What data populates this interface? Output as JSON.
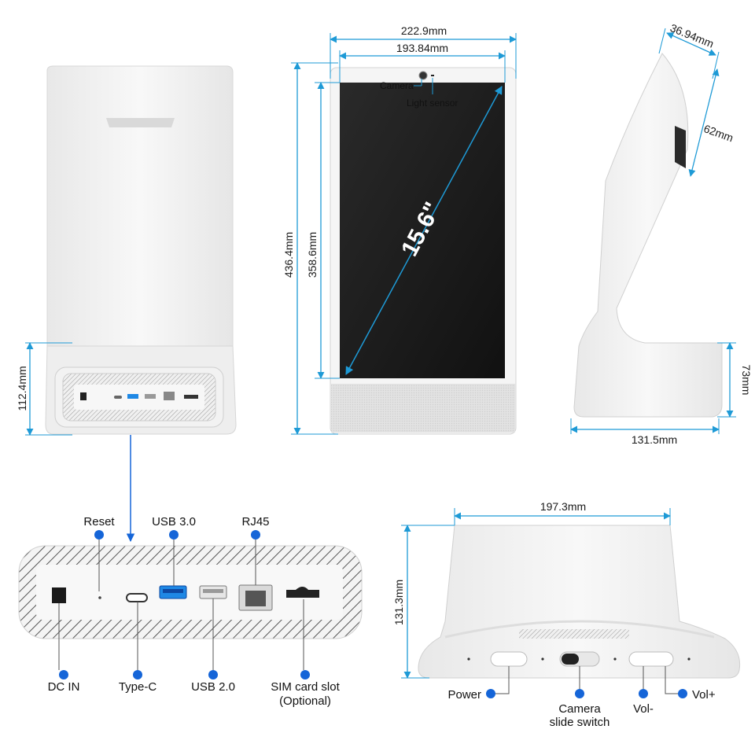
{
  "colors": {
    "dimension_line": "#1e9ad6",
    "callout_dot": "#1565d8",
    "device_body": "#f2f2f2",
    "screen": "#1c1c1c",
    "speaker_grille": "#dcdcdc"
  },
  "back_view": {
    "height_label": "112.4mm"
  },
  "front_view": {
    "outer_width": "222.9mm",
    "screen_width": "193.84mm",
    "total_height": "436.4mm",
    "screen_height": "358.6mm",
    "diagonal": "15.6\"",
    "camera_label": "Camera",
    "light_sensor_label": "Light sensor"
  },
  "side_view": {
    "top_depth": "36.94mm",
    "top_height": "62mm",
    "base_height": "73mm",
    "base_depth": "131.5mm"
  },
  "ports_panel": {
    "top_labels": [
      "Reset",
      "USB 3.0",
      "RJ45"
    ],
    "bottom_labels": [
      "DC IN",
      "Type-C",
      "USB 2.0"
    ],
    "sim_label_line1": "SIM card slot",
    "sim_label_line2": "(Optional)"
  },
  "bottom_view": {
    "width": "197.3mm",
    "height": "131.3mm",
    "power_label": "Power",
    "camera_switch_line1": "Camera",
    "camera_switch_line2": "slide switch",
    "vol_minus_label": "Vol-",
    "vol_plus_label": "Vol+"
  }
}
